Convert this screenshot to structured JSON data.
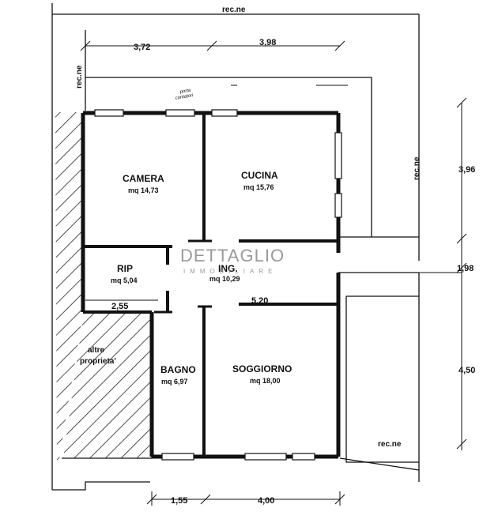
{
  "plan": {
    "rooms": [
      {
        "name": "CAMERA",
        "area": "mq 14,73"
      },
      {
        "name": "CUCINA",
        "area": "mq 15,76"
      },
      {
        "name": "RIP",
        "area": "mq 5,04"
      },
      {
        "name": "ING.",
        "area": "mq 10,29"
      },
      {
        "name": "BAGNO",
        "area": "mq 6,97"
      },
      {
        "name": "SOGGIORNO",
        "area": "mq 18,00"
      }
    ],
    "dimensions": {
      "top_left": "3,72",
      "top_right": "3,98",
      "right_upper": "3,96",
      "right_middle": "1,98",
      "right_lower": "4,50",
      "bottom_left": "1,55",
      "bottom_right": "4,00",
      "interior_rip": "2,55",
      "interior_ing": "5,20"
    },
    "labels": {
      "recne_top": "rec.ne",
      "recne_left": "rec.ne",
      "recne_right": "rec.ne",
      "recne_bottom": "rec.ne",
      "porta_line1": "porta",
      "porta_line2": "contatori",
      "altre_line1": "altre",
      "altre_line2": "proprieta'"
    },
    "watermark": {
      "title": "DETTAGLIO",
      "subtitle": "IMMOBILIARE"
    }
  }
}
